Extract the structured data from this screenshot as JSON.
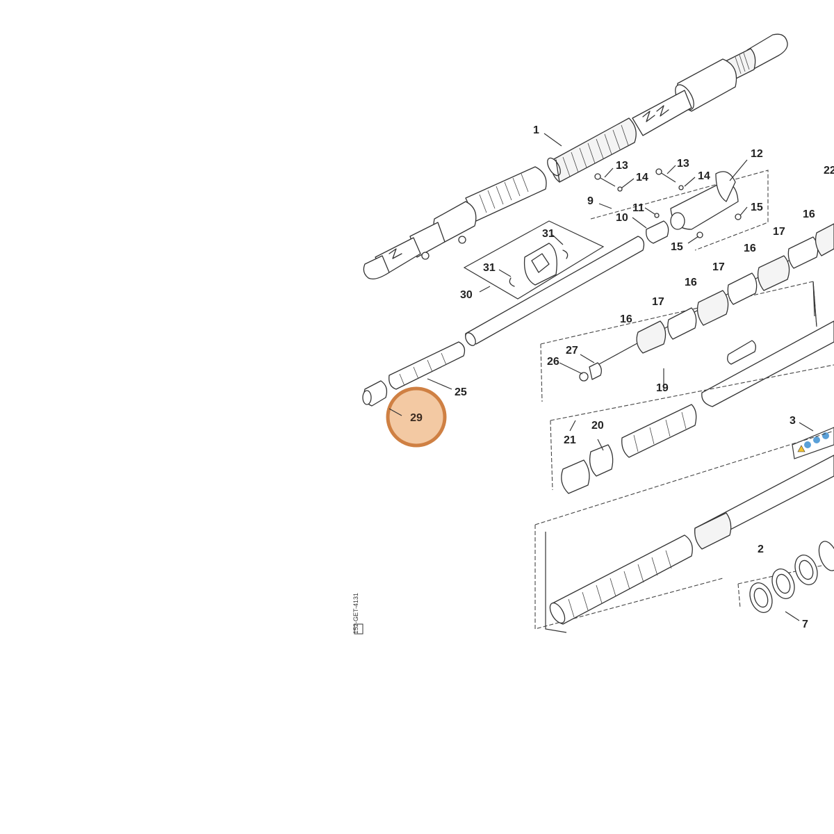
{
  "diagram": {
    "highlighted_part": "29",
    "side_code": "152-GET-4131",
    "labels": {
      "p1": "1",
      "p2": "2",
      "p3": "3",
      "p7": "7",
      "p9": "9",
      "p10": "10",
      "p11": "11",
      "p12": "12",
      "p13a": "13",
      "p13b": "13",
      "p14a": "14",
      "p14b": "14",
      "p15a": "15",
      "p15b": "15",
      "p16a": "16",
      "p16b": "16",
      "p16c": "16",
      "p16d": "16",
      "p17a": "17",
      "p17b": "17",
      "p17c": "17",
      "p19": "19",
      "p20": "20",
      "p21": "21",
      "p22": "22",
      "p25": "25",
      "p26": "26",
      "p27": "27",
      "p29": "29",
      "p30": "30",
      "p31a": "31",
      "p31b": "31"
    }
  }
}
